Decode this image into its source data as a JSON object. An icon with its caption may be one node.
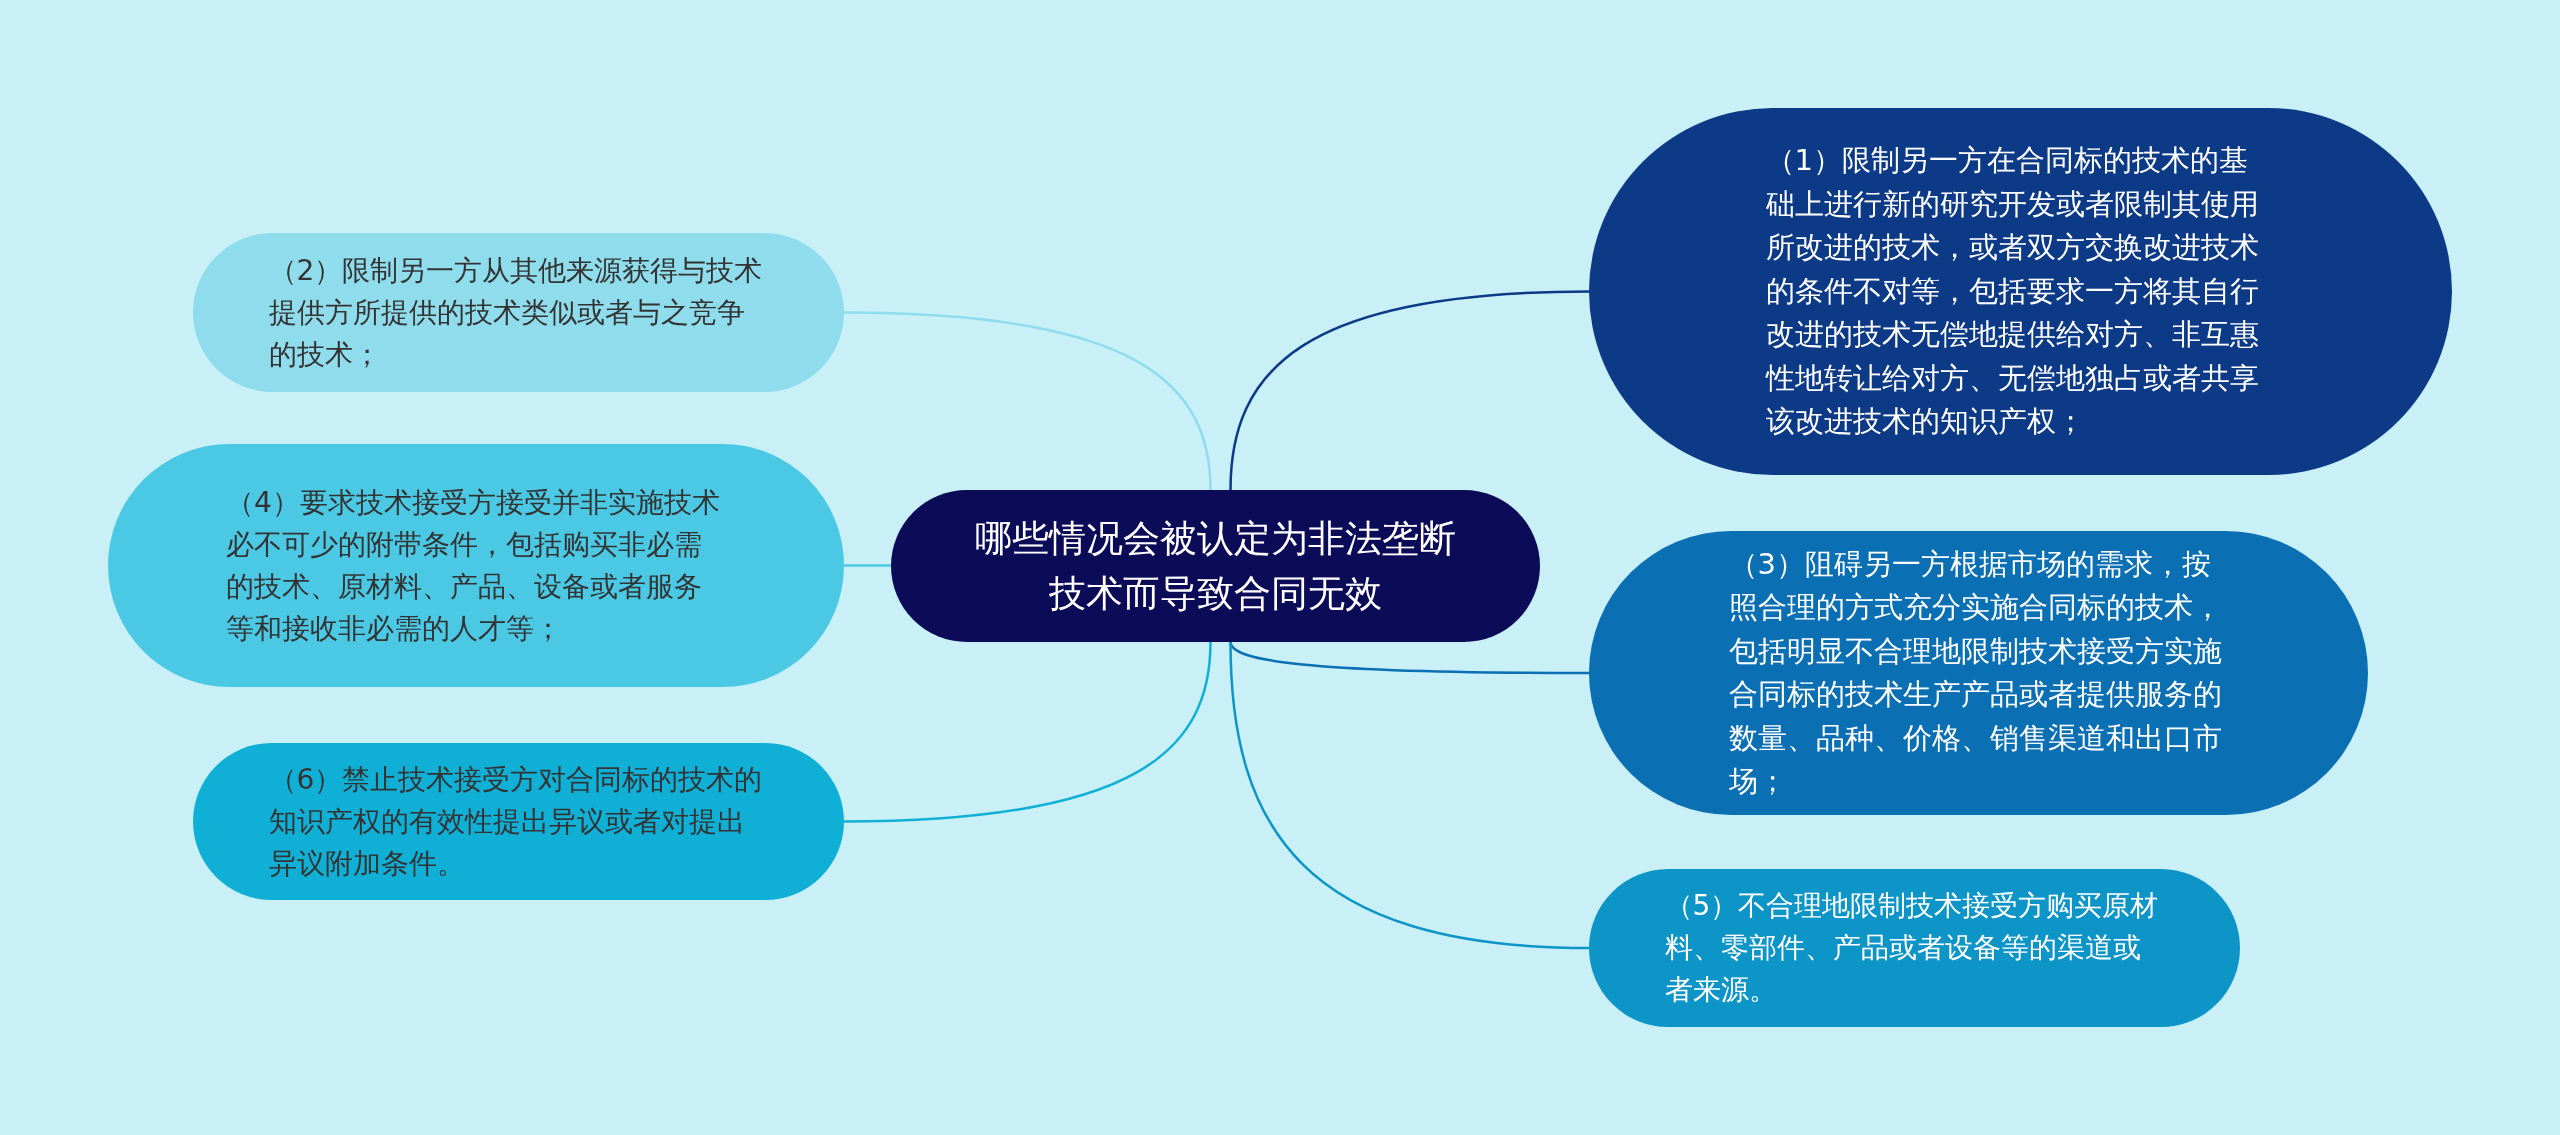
{
  "diagram": {
    "nodes": [
      {
        "text": [
          "哪些情况会被认定为非法垄断技术而导致合同无效"
        ]
      },
      {
        "text": [
          "（1）限制另一方在合同标的技术的基础上进行新的研究开发或者限制其使用所改进的技术，或者双方交换改进技术的条件不对等，包括要求一方将其自行改进的技术无偿地提供给对方、非互惠性地转让给对方、无偿地独占或者共享该改进技术的知识产权；"
        ]
      },
      {
        "text": [
          "（2）限制另一方从其他来源获得与技术提供方所提供的技术类似或者与之竞争的技术；"
        ]
      },
      {
        "text": [
          "（3）阻碍另一方根据市场的需求，按照合理的方式充分实施合同标的技术，包括明显不合理地限制技术接受方实施合同标的技术生产产品或者提供服务的数量、品种、价格、销售渠道和出口市场；"
        ]
      },
      {
        "text": [
          "（4）要求技术接受方接受并非实施技术必不可少的附带条件，包括购买非必需的技术、原材料、产品、设备或者服务等和接收非必需的人才等；"
        ]
      },
      {
        "text": [
          "（5）不合理地限制技术接受方购买原材料、零部件、产品或者设备等的渠道或者来源。"
        ]
      },
      {
        "text": [
          "（6）禁止技术接受方对合同标的技术的知识产权的有效性提出异议或者对提出异议附加条件。"
        ]
      }
    ],
    "edges": [
      {
        "from": 0,
        "to": 1,
        "arrow": "none",
        "color": "#0c3a86"
      },
      {
        "from": 0,
        "to": 2,
        "arrow": "none",
        "color": "#8fdced"
      },
      {
        "from": 0,
        "to": 3,
        "arrow": "none",
        "color": "#0a6fb3"
      },
      {
        "from": 0,
        "to": 4,
        "arrow": "none",
        "color": "#4ac8e4"
      },
      {
        "from": 0,
        "to": 5,
        "arrow": "none",
        "color": "#0e95c8"
      },
      {
        "from": 0,
        "to": 6,
        "arrow": "none",
        "color": "#10b0d6"
      }
    ]
  }
}
